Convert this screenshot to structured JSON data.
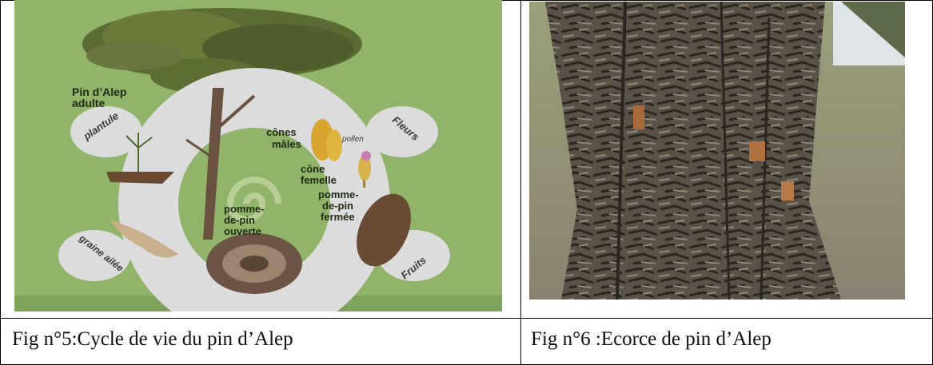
{
  "figures": [
    {
      "caption": "Fig n°5:Cycle de vie du pin d’Alep",
      "labels": {
        "adult": [
          "Pin d’Alep",
          "adulte"
        ],
        "plantule": "plantule",
        "fleurs": "Fleurs",
        "graine": "graine ailée",
        "fruits": "Fruits",
        "cones_males": [
          "cônes",
          "mâles"
        ],
        "pollen": "pollen",
        "cone_femelle": [
          "cône",
          "femelle"
        ],
        "pomme_fermee": [
          "pomme-",
          "de-pin",
          "fermée"
        ],
        "pomme_ouverte": [
          "pomme-",
          "de-pin",
          "ouverte"
        ]
      }
    },
    {
      "caption": "Fig n°6 :Ecorce de pin d’Alep"
    }
  ],
  "colors": {
    "background": "#8fb46a",
    "ring": "#dcdcdc",
    "border": "#000000"
  }
}
